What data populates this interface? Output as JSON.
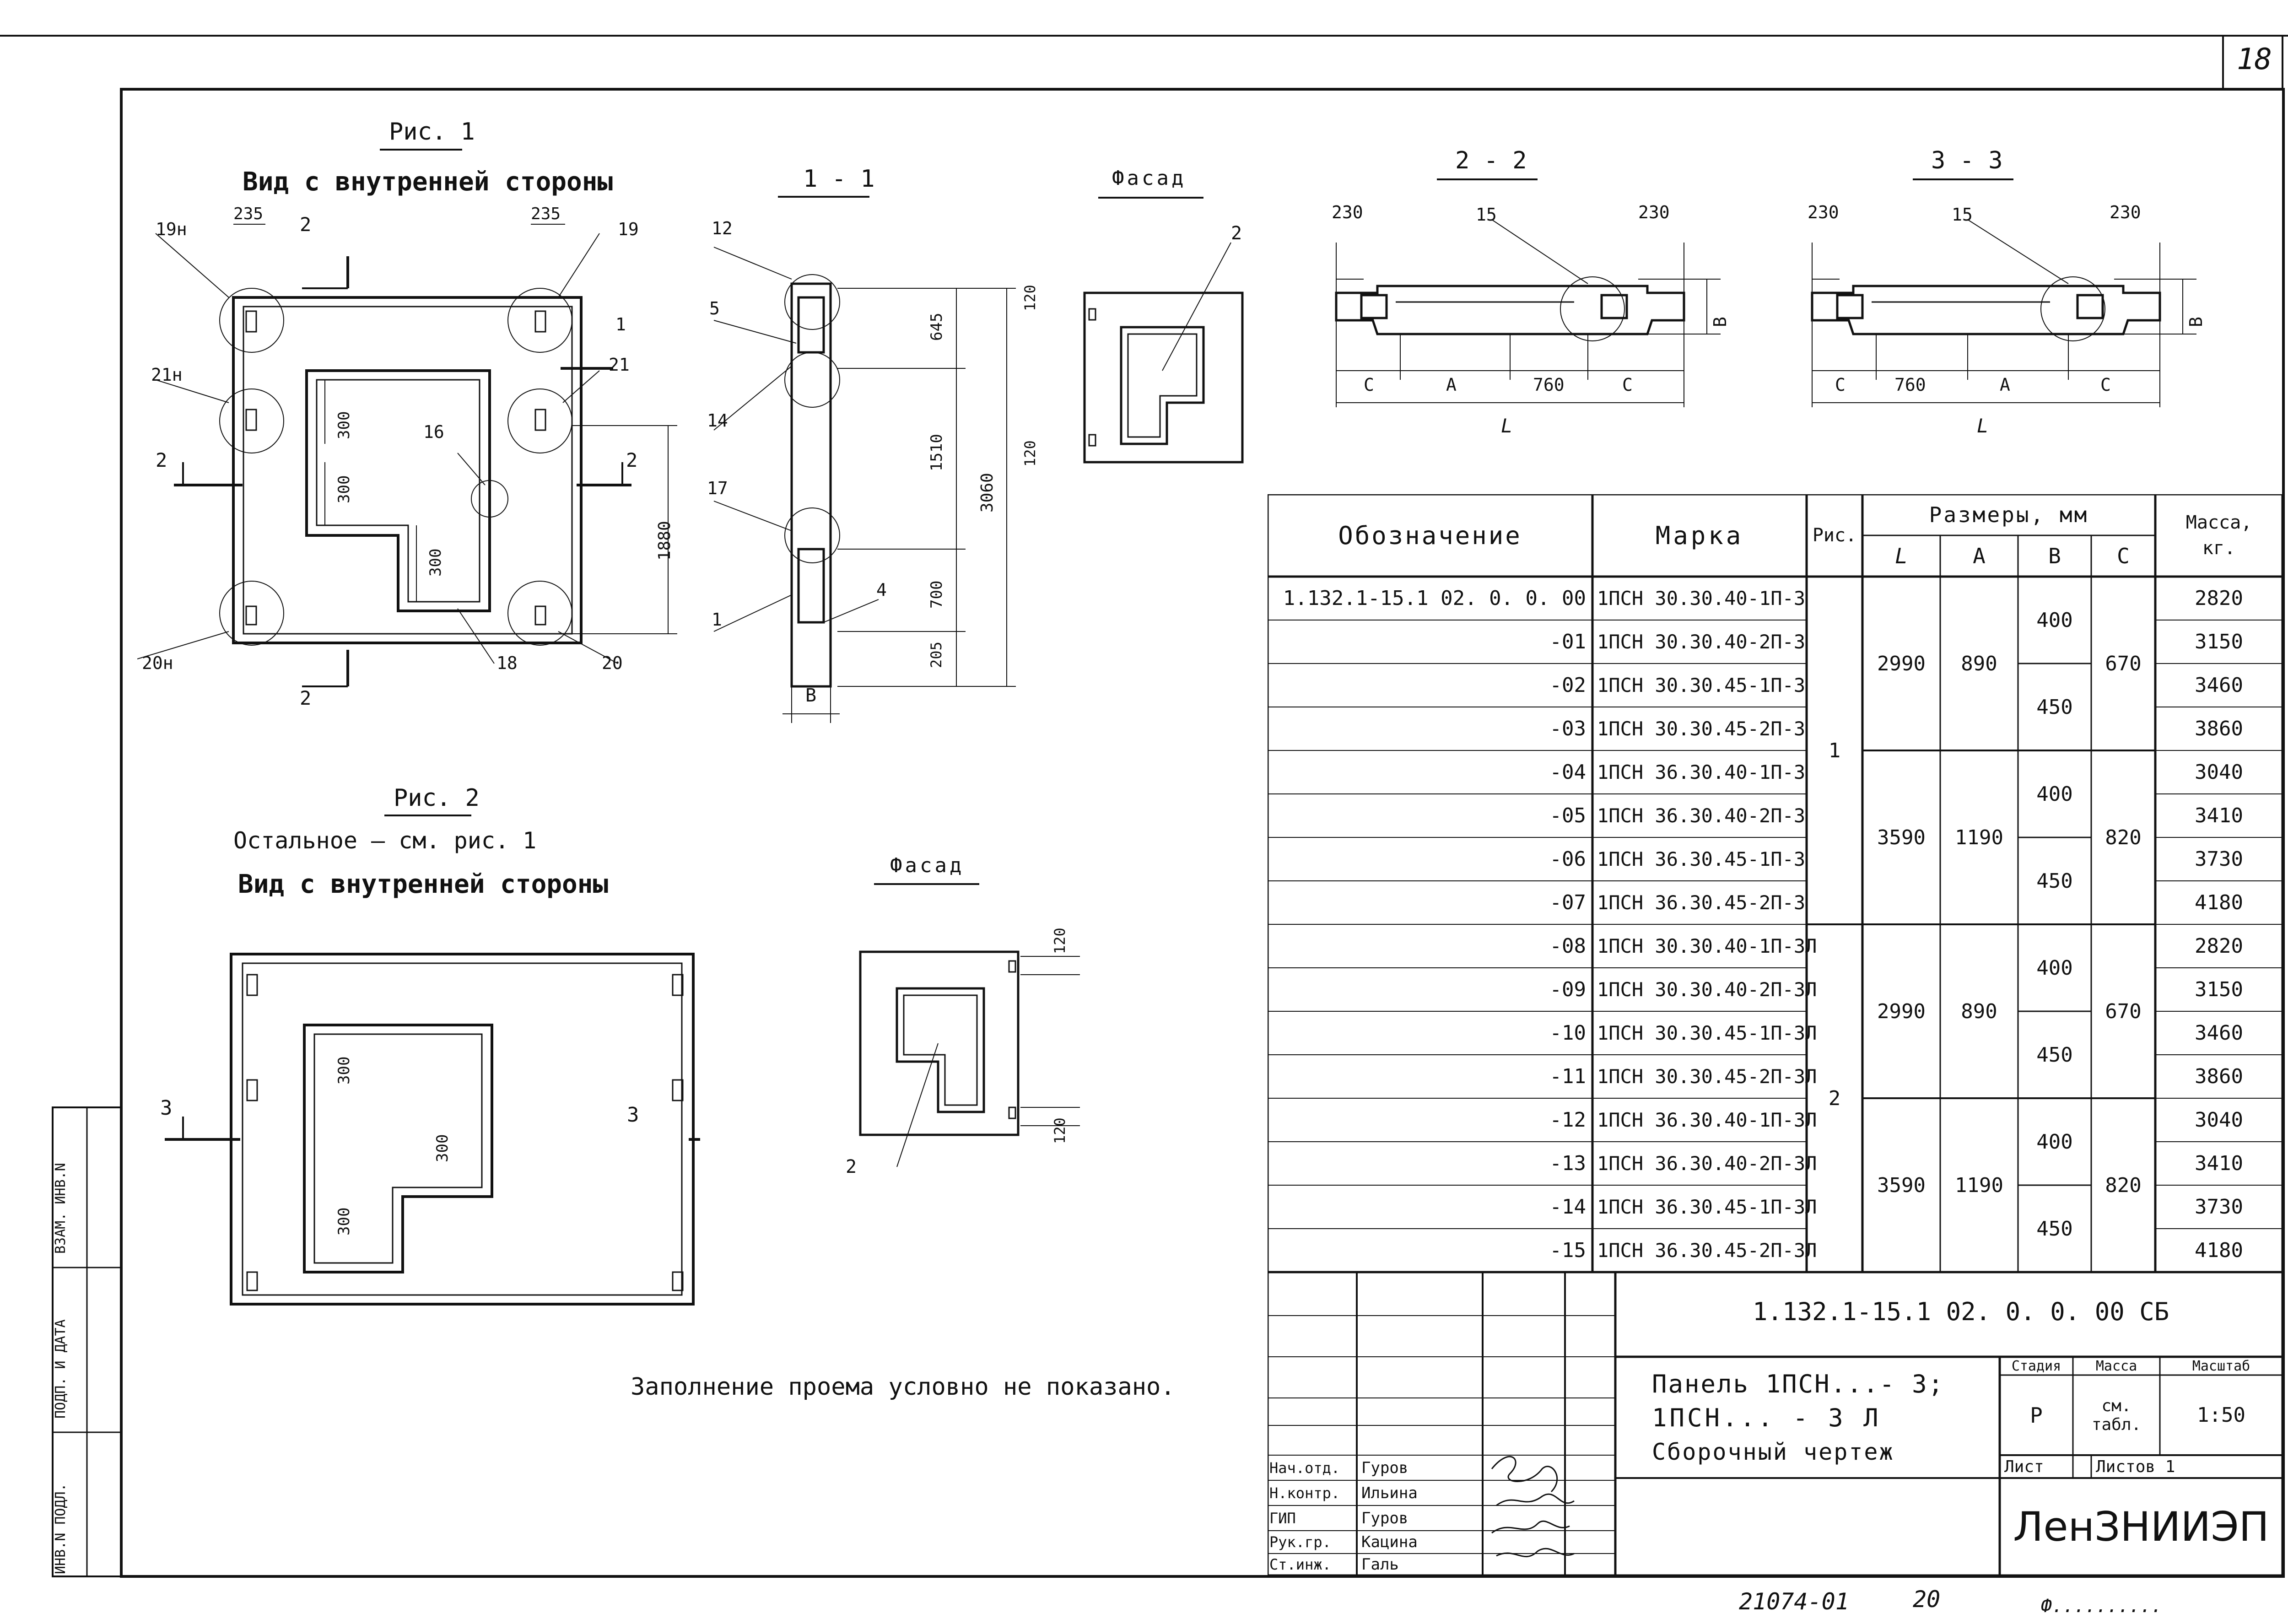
{
  "sheet": {
    "page_number": "18",
    "bottom_left_code": "21074-01",
    "bottom_mid_code": "20",
    "bottom_right_code": "Ф.........."
  },
  "side_stamp": [
    "ИНВ.N ПОДЛ.",
    "ПОДП. И ДАТА",
    "ВЗАМ. ИНВ.N"
  ],
  "fig1": {
    "title": "Рис. 1",
    "subtitle": "Вид с внутренней стороны",
    "labels": {
      "n19n": "19н",
      "n19": "19",
      "n21n": "21н",
      "n21": "21",
      "n20n": "20н",
      "n20": "20",
      "n16": "16",
      "n18": "18",
      "n1": "1",
      "s2a": "2",
      "s2b": "2",
      "s2c": "2",
      "s2d": "2"
    },
    "dims": {
      "d235a": "235",
      "d235b": "235",
      "d300a": "300",
      "d300b": "300",
      "d300c": "300",
      "d1880": "1880"
    }
  },
  "sec11": {
    "title": "1 - 1",
    "labels": {
      "n12": "12",
      "n5": "5",
      "n14": "14",
      "n17": "17",
      "n1": "1",
      "n4": "4",
      "B": "В"
    },
    "dims": {
      "d645": "645",
      "d1510": "1510",
      "d700": "700",
      "d205": "205",
      "d3060": "3060",
      "d120a": "120",
      "d120b": "120"
    }
  },
  "facade1": {
    "title": "Фасад",
    "label": "2"
  },
  "sec22": {
    "title": "2 - 2",
    "labels": {
      "n15": "15",
      "C1": "С",
      "A": "А",
      "d760": "760",
      "C2": "С",
      "L": "L",
      "B": "В"
    },
    "dims": {
      "d230a": "230",
      "d230b": "230"
    }
  },
  "sec33": {
    "title": "3 - 3",
    "labels": {
      "n15": "15",
      "C1": "С",
      "d760": "760",
      "A": "А",
      "C2": "С",
      "L": "L",
      "B": "В"
    },
    "dims": {
      "d230a": "230",
      "d230b": "230"
    }
  },
  "fig2": {
    "title": "Рис. 2",
    "line1": "Остальное — см. рис. 1",
    "line2": "Вид с внутренней стороны",
    "labels": {
      "s3a": "3",
      "s3b": "3"
    },
    "dims": {
      "d300a": "300",
      "d300b": "300",
      "d300c": "300"
    }
  },
  "facade2": {
    "title": "Фасад",
    "label": "2",
    "d120a": "120",
    "d120b": "120"
  },
  "note": "Заполнение проема условно не показано.",
  "spec": {
    "headers": {
      "designation": "Обозначение",
      "mark": "Марка",
      "fig": "Рис.",
      "dims": "Размеры, мм",
      "L": "L",
      "A": "А",
      "B": "В",
      "C": "С",
      "mass": "Масса, кг."
    },
    "rows": [
      {
        "designation": "1.132.1-15.1 02. 0. 0. 00",
        "mark": "1ПСН 30.30.40-1П-3",
        "mass": "2820"
      },
      {
        "designation": "-01",
        "mark": "1ПСН 30.30.40-2П-3",
        "mass": "3150"
      },
      {
        "designation": "-02",
        "mark": "1ПСН 30.30.45-1П-3",
        "mass": "3460"
      },
      {
        "designation": "-03",
        "mark": "1ПСН 30.30.45-2П-3",
        "mass": "3860"
      },
      {
        "designation": "-04",
        "mark": "1ПСН 36.30.40-1П-3",
        "mass": "3040"
      },
      {
        "designation": "-05",
        "mark": "1ПСН 36.30.40-2П-3",
        "mass": "3410"
      },
      {
        "designation": "-06",
        "mark": "1ПСН 36.30.45-1П-3",
        "mass": "3730"
      },
      {
        "designation": "-07",
        "mark": "1ПСН 36.30.45-2П-3",
        "mass": "4180"
      },
      {
        "designation": "-08",
        "mark": "1ПСН 30.30.40-1П-3Л",
        "mass": "2820"
      },
      {
        "designation": "-09",
        "mark": "1ПСН 30.30.40-2П-3Л",
        "mass": "3150"
      },
      {
        "designation": "-10",
        "mark": "1ПСН 30.30.45-1П-3Л",
        "mass": "3460"
      },
      {
        "designation": "-11",
        "mark": "1ПСН 30.30.45-2П-3Л",
        "mass": "3860"
      },
      {
        "designation": "-12",
        "mark": "1ПСН 36.30.40-1П-3Л",
        "mass": "3040"
      },
      {
        "designation": "-13",
        "mark": "1ПСН 36.30.40-2П-3Л",
        "mass": "3410"
      },
      {
        "designation": "-14",
        "mark": "1ПСН 36.30.45-1П-3Л",
        "mass": "3730"
      },
      {
        "designation": "-15",
        "mark": "1ПСН 36.30.45-2П-3Л",
        "mass": "4180"
      }
    ],
    "merged": {
      "fig_a": "1",
      "fig_b": "2",
      "L1": "2990",
      "A1": "890",
      "C1": "670",
      "L2": "3590",
      "A2": "1190",
      "C2": "820",
      "L3": "2990",
      "A3": "890",
      "C3": "670",
      "L4": "3590",
      "A4": "1190",
      "C4": "820",
      "B400": "400",
      "B450": "450"
    }
  },
  "title_block": {
    "doc_code": "1.132.1-15.1 02. 0. 0. 00 СБ",
    "name_line1": "Панель 1ПСН...- 3;",
    "name_line2": "1ПСН... - 3 Л",
    "name_line3": "Сборочный чертеж",
    "stage_label": "Стадия",
    "mass_label": "Масса",
    "scale_label": "Масштаб",
    "stage": "Р",
    "mass_value": "см. табл.",
    "scale": "1:50",
    "sheet_label": "Лист",
    "sheets_label": "Листов 1",
    "org": "ЛенЗНИИЭП",
    "people": [
      {
        "role": "Нач.отд.",
        "name": "Гуров"
      },
      {
        "role": "Н.контр.",
        "name": "Ильина"
      },
      {
        "role": "ГИП",
        "name": "Гуров"
      },
      {
        "role": "Рук.гр.",
        "name": "Кацина"
      },
      {
        "role": "Ст.инж.",
        "name": "Галь"
      }
    ]
  }
}
